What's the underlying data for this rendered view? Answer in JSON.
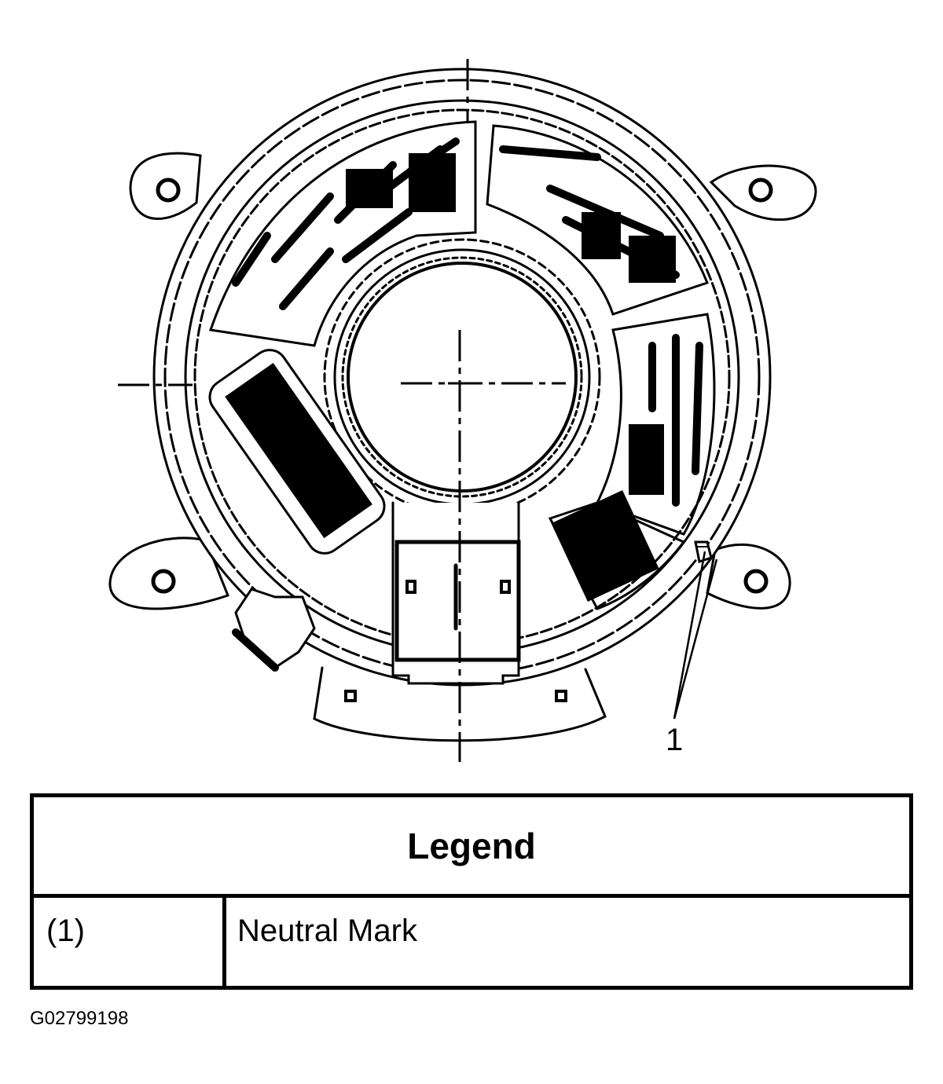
{
  "diagram": {
    "callouts": [
      {
        "label": "1"
      }
    ]
  },
  "legend": {
    "title": "Legend",
    "rows": [
      {
        "key": "(1)",
        "description": "Neutral Mark"
      }
    ]
  },
  "figure_id": "G02799198"
}
